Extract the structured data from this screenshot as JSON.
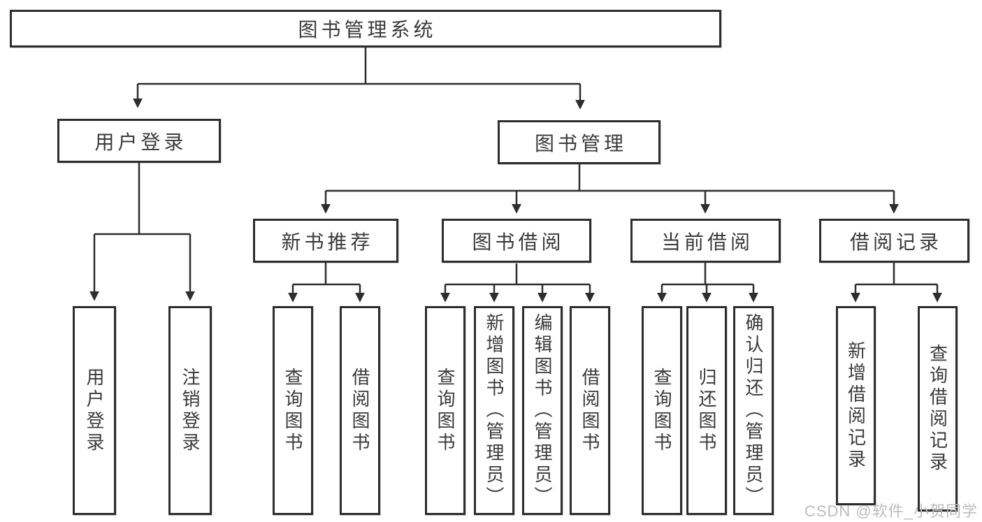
{
  "tree": {
    "root": {
      "label": "图书管理系统"
    },
    "branches": [
      {
        "label": "用户登录",
        "children": [
          "用户登录",
          "注销登录"
        ]
      },
      {
        "label": "图书管理",
        "children": [
          {
            "label": "新书推荐",
            "children": [
              "查询图书",
              "借阅图书"
            ]
          },
          {
            "label": "图书借阅",
            "children": [
              "查询图书",
              "新增图书（管理员）",
              "编辑图书（管理员）",
              "借阅图书"
            ]
          },
          {
            "label": "当前借阅",
            "children": [
              "查询图书",
              "归还图书",
              "确认归还（管理员）"
            ]
          },
          {
            "label": "借阅记录",
            "children": [
              "新增借阅记录",
              "查询借阅记录"
            ]
          }
        ]
      }
    ]
  },
  "watermark": {
    "text": "CSDN @软件_小贺同学"
  },
  "colors": {
    "line": "#2d2d2d",
    "box_border": "#2d2d2d",
    "box_background": "#ffffff",
    "text": "#3a3a3a",
    "watermark": "#bcbcbc",
    "page_background": "#ffffff"
  }
}
